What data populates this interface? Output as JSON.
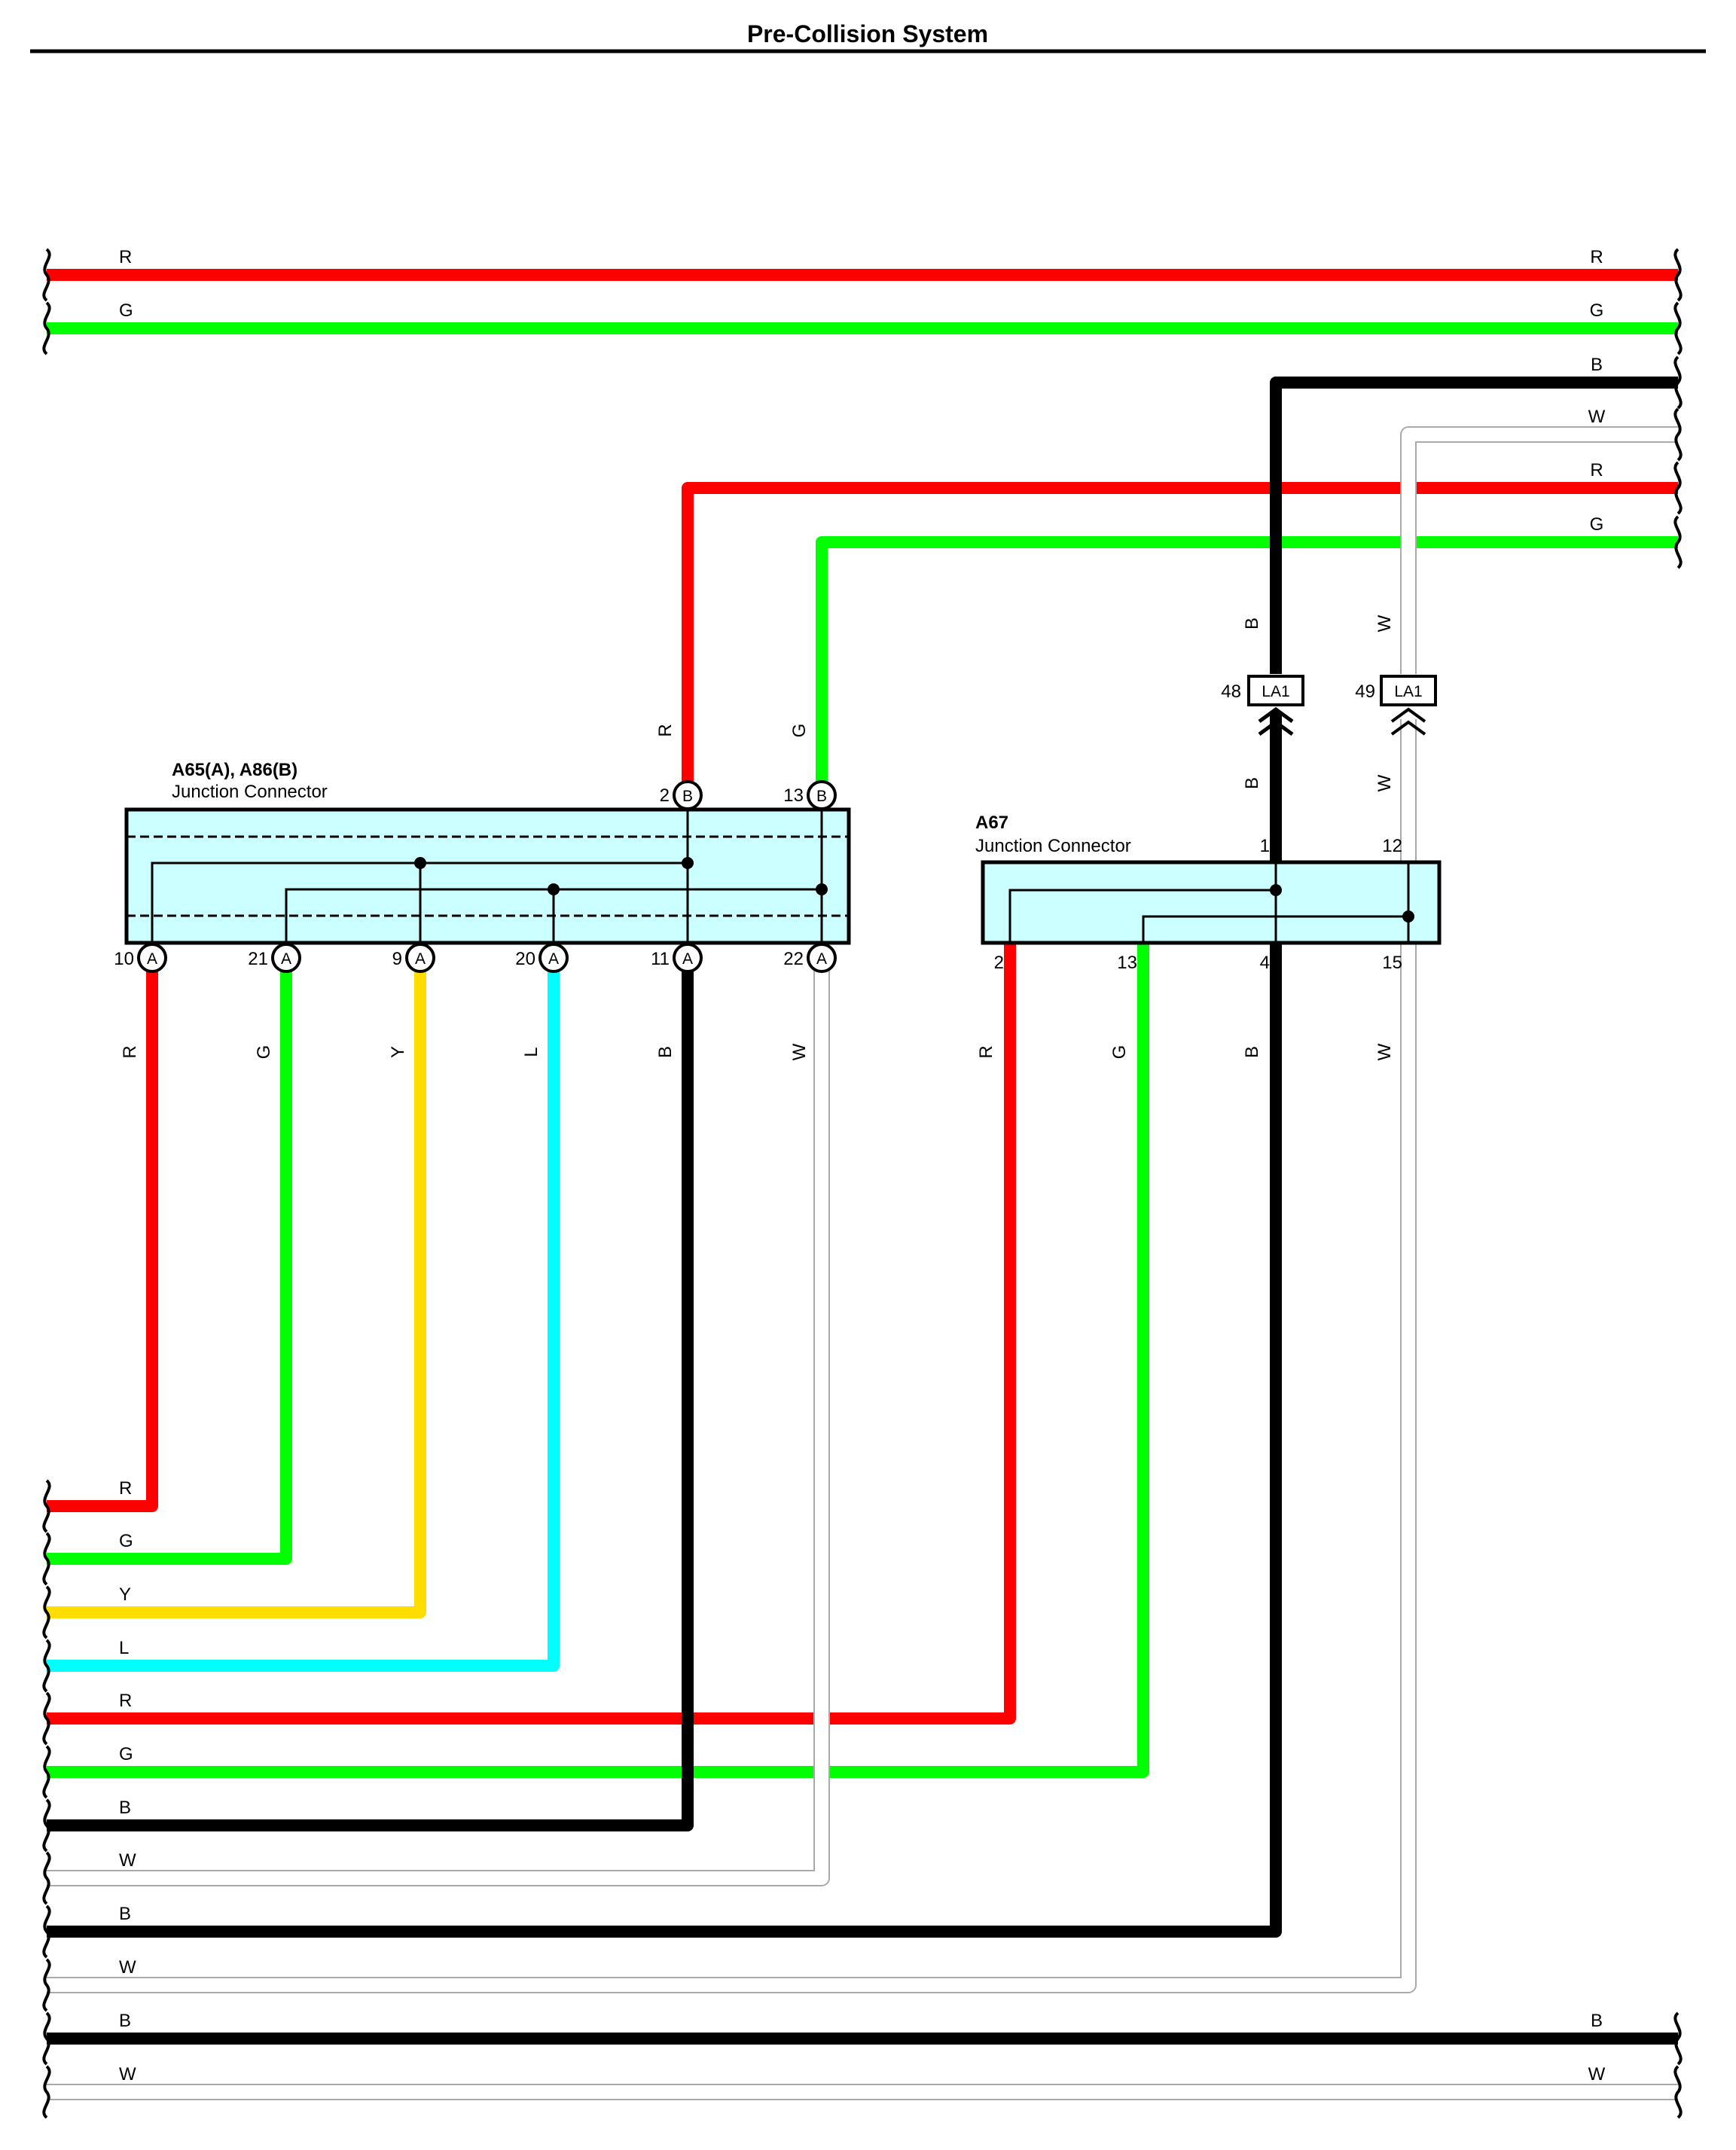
{
  "title": "Pre-Collision System",
  "colors": {
    "R": "#ff0000",
    "G": "#00ff00",
    "Y": "#ffdd00",
    "L": "#00ffff",
    "B": "#000000",
    "W": "#aaaaaa",
    "connector_fill": "#ccffff"
  },
  "connectors": {
    "a65": {
      "name": "A65(A), A86(B)",
      "desc": "Junction Connector"
    },
    "a67": {
      "name": "A67",
      "desc": "Junction Connector"
    },
    "la1": {
      "name": "LA1",
      "pins": [
        "48",
        "49"
      ]
    }
  },
  "wires_top_right": [
    "R",
    "G",
    "B",
    "W",
    "R",
    "G"
  ],
  "wires_top_left": [
    "R",
    "G"
  ],
  "wires_left": [
    "R",
    "G",
    "Y",
    "L",
    "R",
    "G",
    "B",
    "W",
    "B",
    "W",
    "B",
    "W"
  ],
  "wires_bottom_right": [
    "B",
    "W"
  ],
  "a65_top_pins": [
    {
      "num": "2",
      "tag": "B",
      "wire": "R"
    },
    {
      "num": "13",
      "tag": "B",
      "wire": "G"
    }
  ],
  "a65_bottom_pins": [
    {
      "num": "10",
      "tag": "A",
      "wire": "R"
    },
    {
      "num": "21",
      "tag": "A",
      "wire": "G"
    },
    {
      "num": "9",
      "tag": "A",
      "wire": "Y"
    },
    {
      "num": "20",
      "tag": "A",
      "wire": "L"
    },
    {
      "num": "11",
      "tag": "A",
      "wire": "B"
    },
    {
      "num": "22",
      "tag": "A",
      "wire": "W"
    }
  ],
  "a67_top_pins": [
    {
      "num": "1",
      "wire": "B"
    },
    {
      "num": "12",
      "wire": "W"
    }
  ],
  "a67_bottom_pins": [
    {
      "num": "2",
      "wire": "R"
    },
    {
      "num": "13",
      "wire": "G"
    },
    {
      "num": "4",
      "wire": "B"
    },
    {
      "num": "15",
      "wire": "W"
    }
  ]
}
